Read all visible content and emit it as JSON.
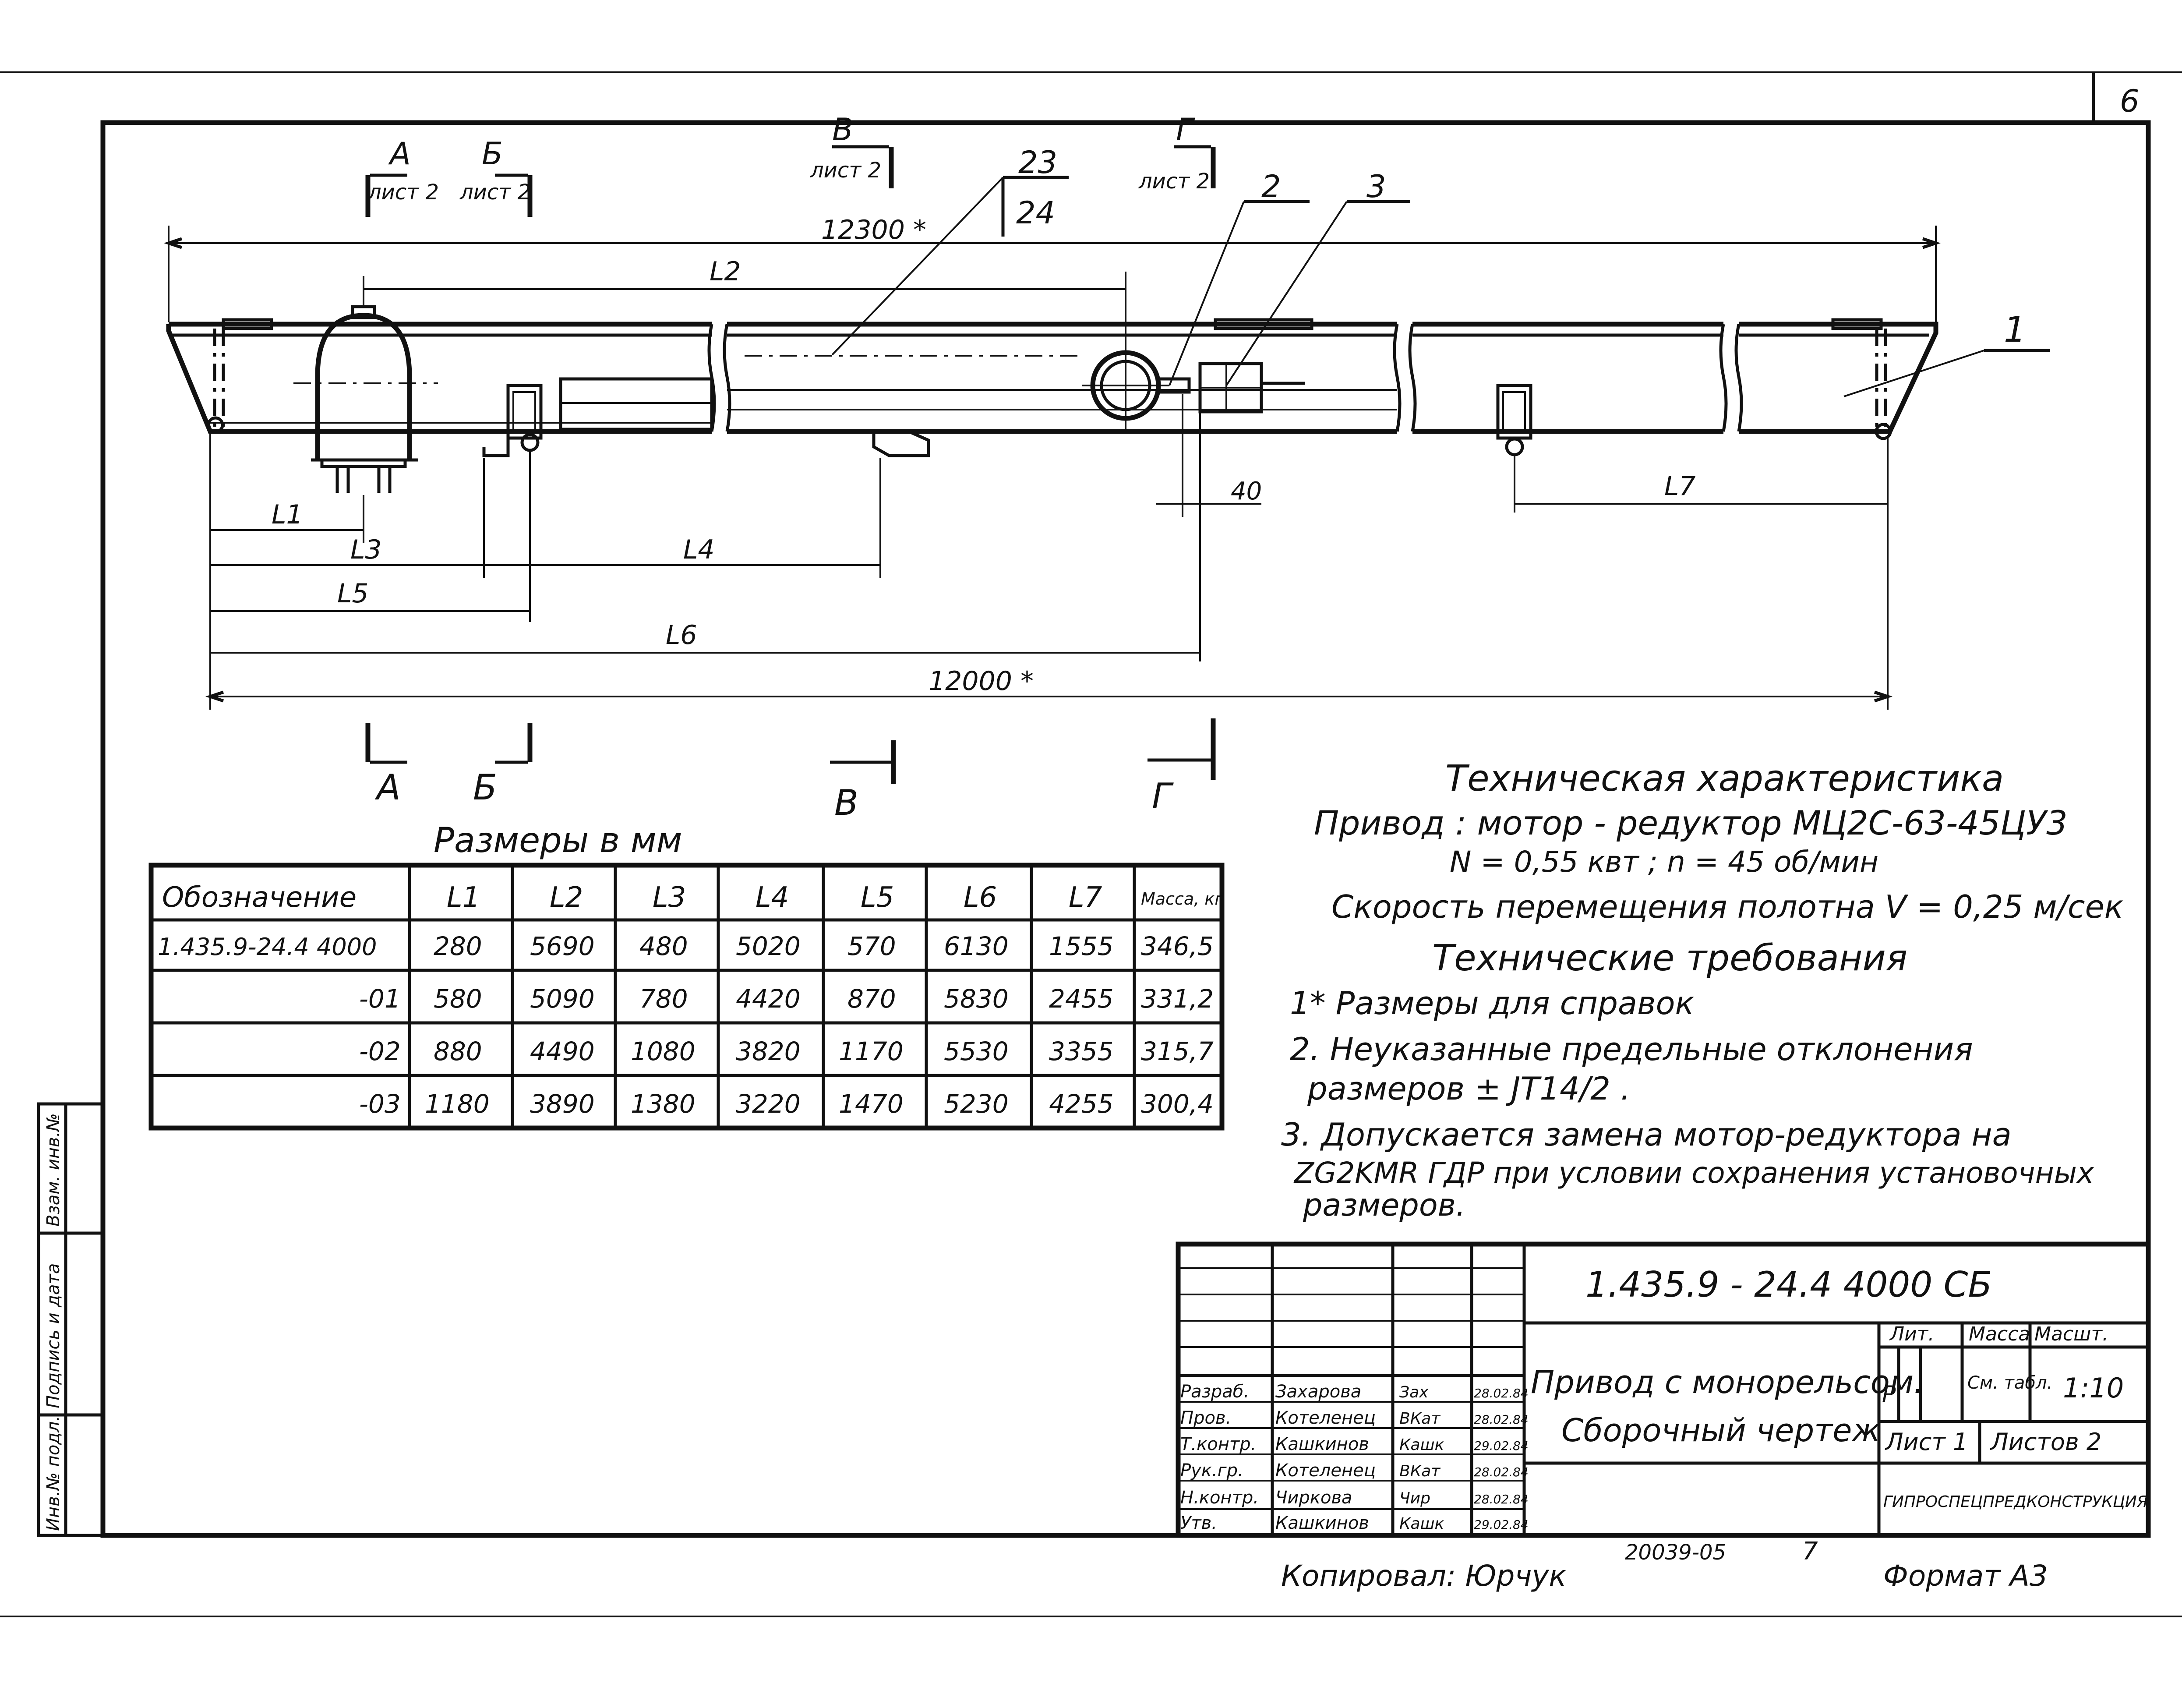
{
  "sheet": {
    "page_number": "6",
    "drawing_code": "1.435.9 - 24.4  4000 СБ",
    "title_line1": "Привод с монорельсом.",
    "title_line2": "Сборочный чертеж",
    "lit_header": "Лит.",
    "mass_header": "Масса",
    "scale_header": "Масшт.",
    "lit_value": "Р",
    "mass_value": "См. табл.",
    "scale_value": "1:10",
    "sheet_label": "Лист 1",
    "sheets_label": "Листов 2",
    "organization": "ГИПРОСПЕЦПРЕДКОНСТРУКЦИЯ",
    "copied_by": "Копировал:  Юрчук",
    "inventory_number": "20039-05",
    "inventory_sheet": "7",
    "format": "Формат А3"
  },
  "signatures": [
    {
      "role": "Разраб.",
      "name": "Захарова",
      "sign": "Зах",
      "date": "28.02.84"
    },
    {
      "role": "Пров.",
      "name": "Котеленец",
      "sign": "ВКат",
      "date": "28.02.84"
    },
    {
      "role": "Т.контр.",
      "name": "Кашкинов",
      "sign": "Кашк",
      "date": "29.02.84"
    },
    {
      "role": "Рук.гр.",
      "name": "Котеленец",
      "sign": "ВКат",
      "date": "28.02.84"
    },
    {
      "role": "Н.контр.",
      "name": "Чиркова",
      "sign": "Чир",
      "date": "28.02.84"
    },
    {
      "role": "Утв.",
      "name": "Кашкинов",
      "sign": "Кашк",
      "date": "29.02.84"
    }
  ],
  "side_stamp": [
    "Инв.№ подл.",
    "Подпись и дата",
    "Взам. инв.№"
  ],
  "drawing": {
    "overall_top": "12300 *",
    "overall_bottom": "12000 *",
    "offset_40": "40",
    "dims": {
      "L1": "L1",
      "L2": "L2",
      "L3": "L3",
      "L4": "L4",
      "L5": "L5",
      "L6": "L6",
      "L7": "L7"
    },
    "callouts": {
      "c1": "1",
      "c2": "2",
      "c3": "3",
      "c23": "23",
      "c24": "24"
    },
    "sections": [
      {
        "letter": "А",
        "ref": "лист 2"
      },
      {
        "letter": "Б",
        "ref": "лист 2"
      },
      {
        "letter": "В",
        "ref": "лист 2"
      },
      {
        "letter": "Г",
        "ref": "лист 2"
      }
    ]
  },
  "dimensions_table": {
    "caption": "Размеры в мм",
    "headers": [
      "Обозначение",
      "L1",
      "L2",
      "L3",
      "L4",
      "L5",
      "L6",
      "L7",
      "Масса, кг"
    ],
    "rows": [
      [
        "1.435.9-24.4 4000",
        "280",
        "5690",
        "480",
        "5020",
        "570",
        "6130",
        "1555",
        "346,5"
      ],
      [
        "-01",
        "580",
        "5090",
        "780",
        "4420",
        "870",
        "5830",
        "2455",
        "331,2"
      ],
      [
        "-02",
        "880",
        "4490",
        "1080",
        "3820",
        "1170",
        "5530",
        "3355",
        "315,7"
      ],
      [
        "-03",
        "1180",
        "3890",
        "1380",
        "3220",
        "1470",
        "5230",
        "4255",
        "300,4"
      ]
    ]
  },
  "notes": {
    "tech_char_title": "Техническая характеристика",
    "drive": "Привод :  мотор - редуктор   МЦ2С-63-45ЦУ3",
    "power": "N = 0,55 квт ;   n = 45 об/мин",
    "speed": "Скорость   перемещения   полотна   V = 0,25 м/сек",
    "tech_req_title": "Технические требования",
    "req1": "1* Размеры для справок",
    "req2a": "2. Неуказанные   предельные   отклонения",
    "req2b": "размеров ± JT14/2 .",
    "req3a": "3. Допускается  замена мотор-редуктора  на",
    "req3b": "ZG2KMR ГДР при условии сохранения установочных",
    "req3c": "размеров."
  },
  "colors": {
    "ink": "#111111",
    "paper": "#ffffff"
  }
}
